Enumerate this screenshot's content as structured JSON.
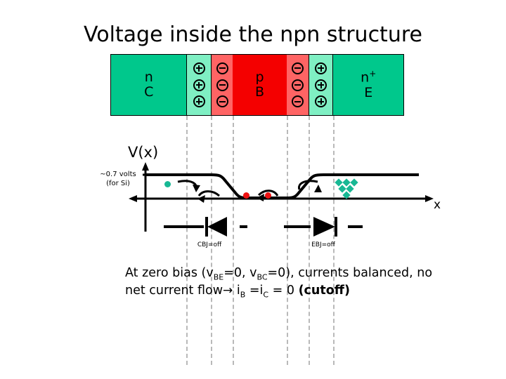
{
  "slide": {
    "title": "Voltage inside the npn structure"
  },
  "device_bar": {
    "regions": [
      {
        "name": "collector-n",
        "label_top": "n",
        "label_bottom": "C",
        "color": "#00c88c",
        "width": 108,
        "charges": null
      },
      {
        "name": "collector-depletion-positive",
        "label_top": "",
        "label_bottom": "",
        "color": "#7fefc3",
        "width": 35,
        "charges": "plus",
        "charge_count": 3
      },
      {
        "name": "base-depletion-negative-cb",
        "label_top": "",
        "label_bottom": "",
        "color": "#ff6464",
        "width": 31,
        "charges": "minus",
        "charge_count": 3
      },
      {
        "name": "base-p",
        "label_top": "p",
        "label_bottom": "B",
        "color": "#f40000",
        "width": 77,
        "charges": null
      },
      {
        "name": "base-depletion-negative-eb",
        "label_top": "",
        "label_bottom": "",
        "color": "#ff6464",
        "width": 31,
        "charges": "minus",
        "charge_count": 3
      },
      {
        "name": "emitter-depletion-positive",
        "label_top": "",
        "label_bottom": "",
        "color": "#7fefc3",
        "width": 35,
        "charges": "plus",
        "charge_count": 3
      },
      {
        "name": "emitter-n-plus",
        "label_top": "n",
        "label_top_sup": "+",
        "label_bottom": "E",
        "color": "#00c88c",
        "width": 101,
        "charges": null
      }
    ]
  },
  "plot": {
    "y_axis_label": "V(x)",
    "x_axis_label": "x",
    "barrier_label_line1": "~0.7 volts",
    "barrier_label_line2": "(for Si)",
    "curve_description": "High plateau at collector, step down through CBJ depletion, flat low in base, step up through EBJ depletion, high plateau at emitter",
    "electron_color": "#18b894",
    "hole_color": "#ee1111"
  },
  "diodes": [
    {
      "name": "cbj-diode",
      "label": "CBJ=off",
      "direction": "left"
    },
    {
      "name": "ebj-diode",
      "label": "EBJ=off",
      "direction": "right"
    }
  ],
  "caption": {
    "line1_a": "At zero bias (v",
    "line1_sub1": "BE",
    "line1_b": "=0, v",
    "line1_sub2": "BC",
    "line1_c": "=0), currents",
    "line2_a": "balanced, no net current flow",
    "line2_arrow": "→",
    "line2_b": " i",
    "line2_sub1": "B",
    "line2_c": " =i",
    "line2_sub2": "C",
    "line2_d": " =",
    "line3_a": "0 ",
    "line3_bold": "(cutoff)"
  },
  "colors": {
    "n_type": "#00c88c",
    "p_type": "#f40000",
    "depletion_positive": "#7fefc3",
    "depletion_negative": "#ff6464",
    "guide_line": "#b9b9b9",
    "ink": "#000000"
  }
}
